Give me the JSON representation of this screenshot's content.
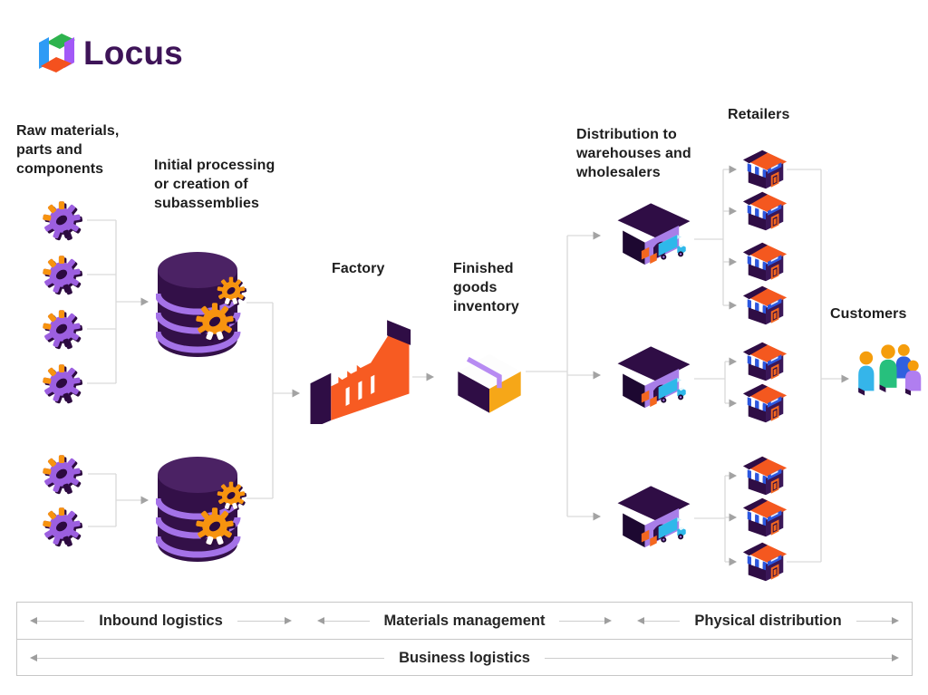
{
  "brand": {
    "name": "Locus",
    "logo_icon": "cube-icon"
  },
  "labels": {
    "raw_materials": "Raw materials,\nparts and\ncomponents",
    "initial_processing": "Initial processing\nor creation of\nsubassemblies",
    "factory": "Factory",
    "finished_goods": "Finished\ngoods\ninventory",
    "distribution": "Distribution to\nwarehouses and\nwholesalers",
    "retailers": "Retailers",
    "customers": "Customers"
  },
  "bands": {
    "inbound": "Inbound logistics",
    "materials": "Materials management",
    "physical": "Physical distribution",
    "business": "Business logistics"
  },
  "icons": {
    "raw_material": "gear-icon",
    "processing": "database-with-gears-icon",
    "factory": "factory-icon",
    "inventory": "box-icon",
    "warehouse": "warehouse-truck-icon",
    "retailer": "storefront-icon",
    "customers": "people-group-icon"
  },
  "structure": {
    "raw_material_groups": [
      4,
      2
    ],
    "processing_nodes": 2,
    "warehouses": 3,
    "retailers_per_warehouse": [
      4,
      2,
      3
    ],
    "total_retailers": 9,
    "customer_figures": 4
  },
  "colors": {
    "text": "#1e1e1e",
    "brand_text": "#3e1458",
    "line": "#d9d9d9",
    "arrowhead": "#a3a3a3",
    "purple_dark": "#2f0d45",
    "purple": "#9c5fe0",
    "lavender": "#a87ee8",
    "orange": "#f75b22",
    "amber": "#f6a718",
    "cyan": "#2eb8ea",
    "blue": "#2b57e0",
    "green": "#27c07d",
    "head_orange": "#f59d0c"
  }
}
